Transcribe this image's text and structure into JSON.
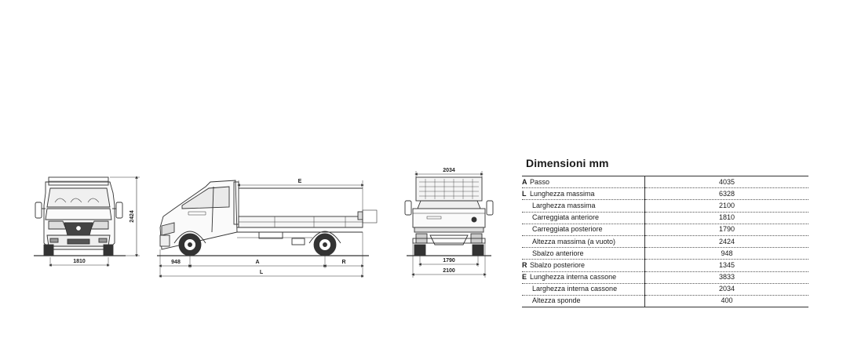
{
  "drawings": {
    "front_view": {
      "width_label": "1810",
      "height_label": "2424"
    },
    "side_view": {
      "front_overhang_label": "948",
      "wheelbase_label": "A",
      "rear_overhang_label": "R",
      "length_label": "L",
      "box_length_label": "E"
    },
    "rear_view": {
      "box_width_label": "2034",
      "track_label": "1790",
      "width_label": "2100"
    }
  },
  "table": {
    "title": "Dimensioni mm",
    "rows": [
      {
        "code": "A",
        "label": "Passo",
        "value": "4035"
      },
      {
        "code": "L",
        "label": "Lunghezza massima",
        "value": "6328"
      },
      {
        "code": "",
        "label": "Larghezza massima",
        "value": "2100"
      },
      {
        "code": "",
        "label": "Carreggiata anteriore",
        "value": "1810"
      },
      {
        "code": "",
        "label": "Carreggiata posteriore",
        "value": "1790"
      },
      {
        "code": "",
        "label": "Altezza massima (a vuoto)",
        "value": "2424"
      },
      {
        "code": "",
        "label": "Sbalzo anteriore",
        "value": "948"
      },
      {
        "code": "R",
        "label": "Sbalzo posteriore",
        "value": "1345"
      },
      {
        "code": "E",
        "label": "Lunghezza interna cassone",
        "value": "3833"
      },
      {
        "code": "",
        "label": "Larghezza interna cassone",
        "value": "2034"
      },
      {
        "code": "",
        "label": "Altezza sponde",
        "value": "400"
      }
    ]
  }
}
